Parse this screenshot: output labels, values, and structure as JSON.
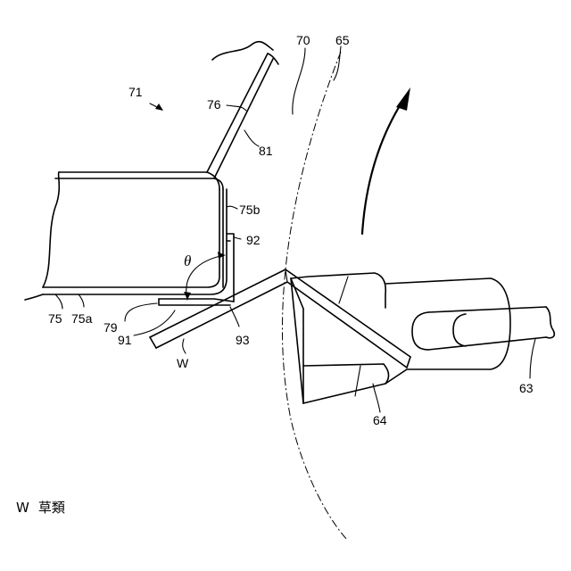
{
  "labels": {
    "l71": "71",
    "l76": "76",
    "l70": "70",
    "l65": "65",
    "l81": "81",
    "l75b": "75b",
    "l92": "92",
    "theta": "θ",
    "l75": "75",
    "l75a": "75a",
    "l79": "79",
    "l91": "91",
    "l93": "93",
    "lW": "W",
    "l64": "64",
    "l63": "63"
  },
  "legend": {
    "symbol": "W",
    "text": "草類"
  }
}
